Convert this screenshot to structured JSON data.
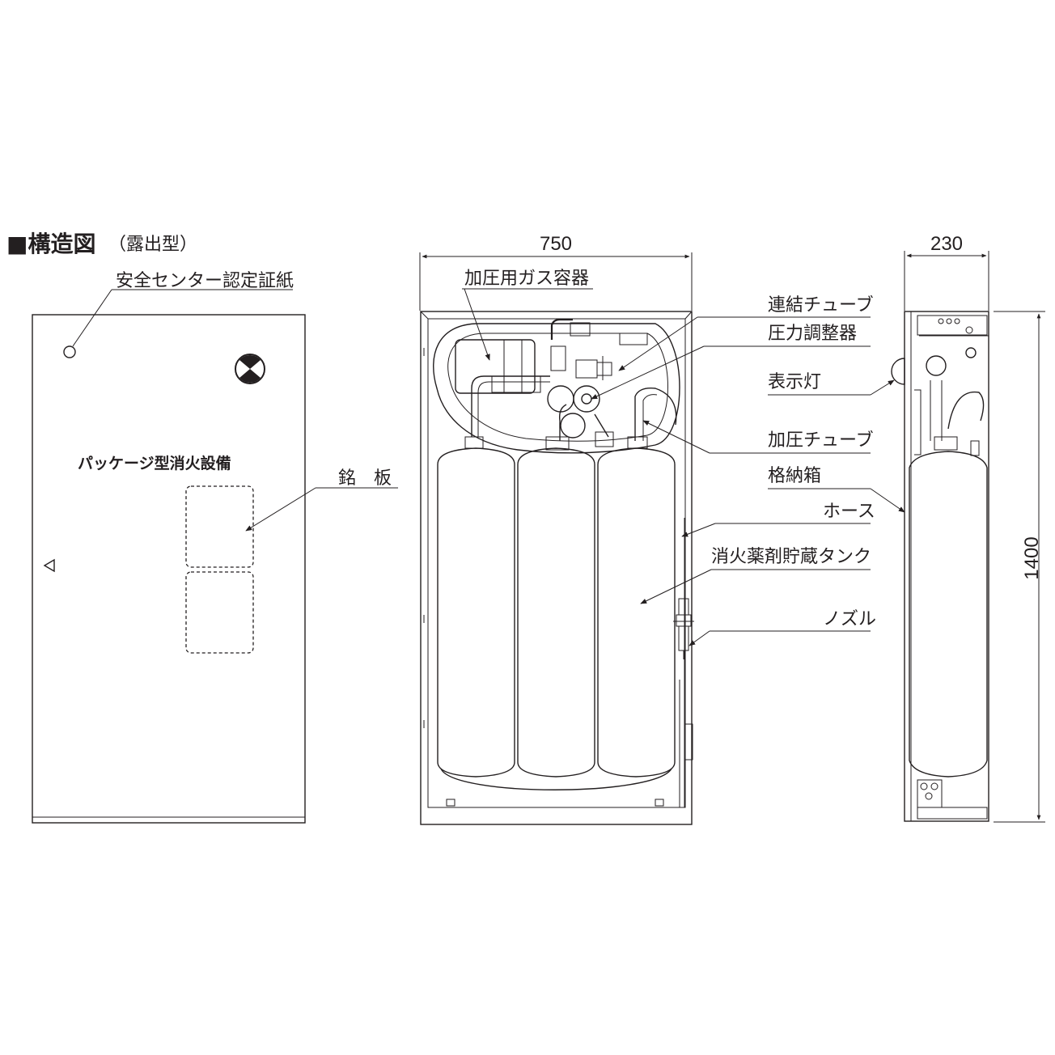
{
  "heading": {
    "title": "■構造図",
    "subtitle": "（露出型）"
  },
  "front_view": {
    "sticker_label": "安全センター認定証紙",
    "product_name": "パッケージ型消火設備",
    "nameplate_label": "銘　板"
  },
  "inner_view": {
    "width_dim": "750",
    "gas_container_label": "加圧用ガス容器",
    "callouts": [
      "連結チューブ",
      "圧力調整器",
      "表示灯",
      "加圧チューブ",
      "格納箱",
      "ホース",
      "消火薬剤貯蔵タンク",
      "ノズル"
    ]
  },
  "side_view": {
    "width_dim": "230",
    "height_dim": "1400"
  }
}
